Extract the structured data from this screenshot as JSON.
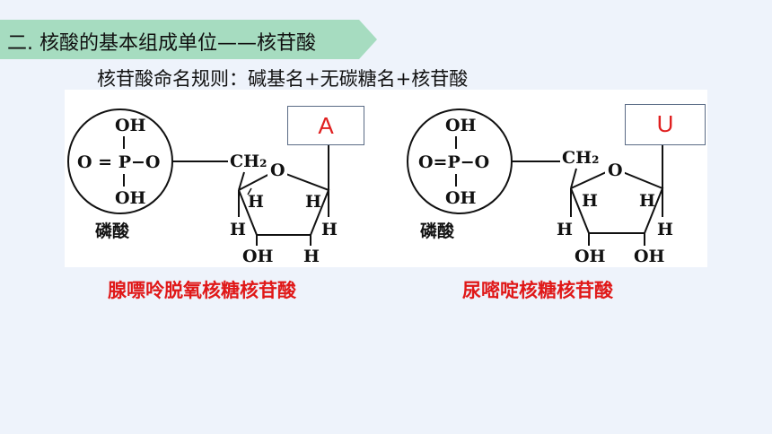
{
  "section_title": "二. 核酸的基本组成单位——核苷酸",
  "naming_rule": "核苷酸命名规则：碱基名+无碳糖名+核苷酸",
  "colors": {
    "banner": "#a6dcc0",
    "caption_red": "#e01818",
    "base_letter": "#e02020"
  },
  "left_structure": {
    "phosphate": {
      "oh_top": "OH",
      "center": "O = P−O",
      "oh_bottom": "OH",
      "label": "磷酸"
    },
    "ch2": "CH₂",
    "ring_o": "O",
    "h_upper_left": "H",
    "h_upper_right": "H",
    "h_lower_left": "H",
    "h_lower_right": "H",
    "oh_bottom": "OH",
    "h_bottom": "H",
    "base": "A",
    "caption": "腺嘌呤脱氧核糖核苷酸"
  },
  "right_structure": {
    "phosphate": {
      "oh_top": "OH",
      "center": "O=P−O",
      "oh_bottom": "OH",
      "label": "磷酸"
    },
    "ch2": "CH₂",
    "ring_o": "O",
    "h_upper_left": "H",
    "h_upper_right": "H",
    "h_lower_left": "H",
    "h_lower_right": "H",
    "oh_bottom_left": "OH",
    "oh_bottom_right": "OH",
    "base": "U",
    "caption": "尿嘧啶核糖核苷酸"
  }
}
